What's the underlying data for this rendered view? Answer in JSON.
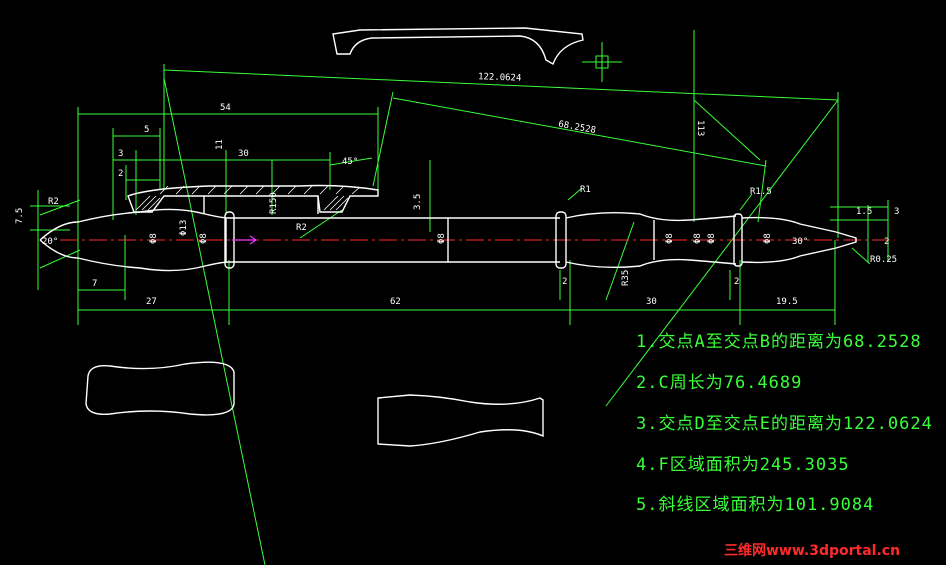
{
  "dimensions": {
    "d_122_0624": "122.0624",
    "d_68_2528": "68.2528",
    "d_54": "54",
    "d_30_top": "30",
    "d_5": "5",
    "d_3": "3",
    "d_2_left": "2",
    "d_7_5": "7.5",
    "d_r2_left": "R2",
    "d_20deg": "20°",
    "d_7": "7",
    "d_27": "27",
    "d_62": "62",
    "d_30_bottom": "30",
    "d_19_5": "19.5",
    "d_45deg": "45°",
    "d_r2_mid": "R2",
    "d_r150": "R150",
    "d_r1": "R1",
    "d_r1_5": "R1.5",
    "d_r35": "R35",
    "d_1_5": "1.5",
    "d_r0_25": "R0.25",
    "d_30deg": "30°",
    "d_113": "113",
    "d_3_5": "3.5",
    "d_2_a": "2",
    "d_2_b": "2",
    "d_3_right": "3",
    "d_2_right": "2",
    "d_phi8_a": "Φ8",
    "d_phi8_b": "Φ8",
    "d_phi8_c": "Φ8",
    "d_phi8_d": "Φ8",
    "d_phi8_e": "Φ8",
    "d_phi8_f": "Φ8",
    "d_phi8_g": "Φ8",
    "d_phi13": "Φ13",
    "d_11": "11"
  },
  "notes": [
    "1.交点A至交点B的距离为68.2528",
    "2.C周长为76.4689",
    "3.交点D至交点E的距离为122.0624",
    "4.F区域面积为245.3035",
    "5.斜线区域面积为101.9084"
  ],
  "watermark": "三维网www.3dportal.cn",
  "colors": {
    "background": "#000000",
    "dimension_lines": "#39ff39",
    "geometry": "#ffffff",
    "center_line": "#ff2a2a",
    "arrow": "#ff33ff",
    "watermark": "#ff2a2a"
  }
}
